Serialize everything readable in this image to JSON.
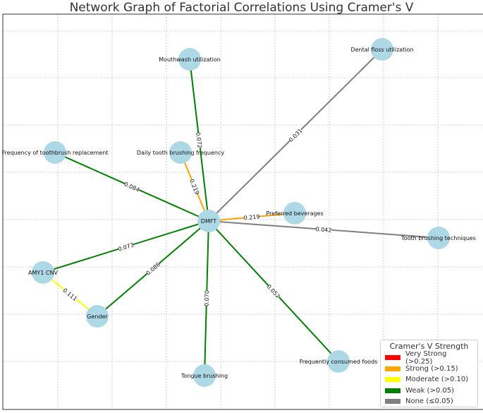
{
  "title": "Network Graph of Factorial Correlations Using Cramer's V",
  "colors": {
    "very_strong": "#ff0000",
    "strong": "#ffa500",
    "moderate": "#ffff00",
    "weak": "#008000",
    "none": "#808080",
    "node": "#add8e6"
  },
  "nodes": [
    {
      "id": "dmft",
      "label": "DMFT"
    },
    {
      "id": "mouthwash",
      "label": "Mouthwash utilization"
    },
    {
      "id": "floss",
      "label": "Dental floss utilization"
    },
    {
      "id": "toothbrush_repl",
      "label": "Frequency of toothbrush replacement"
    },
    {
      "id": "daily_brushing",
      "label": "Daily tooth brushing frequency"
    },
    {
      "id": "beverages",
      "label": "Preferred beverages"
    },
    {
      "id": "techniques",
      "label": "Tooth brushing techniques"
    },
    {
      "id": "amy1",
      "label": "AMY1 CNV"
    },
    {
      "id": "gender",
      "label": "Gender"
    },
    {
      "id": "tongue",
      "label": "Tongue brushing"
    },
    {
      "id": "foods",
      "label": "Frequently consumed foods"
    }
  ],
  "edges": [
    {
      "from": "dmft",
      "to": "mouthwash",
      "value": "0.072",
      "strength": "weak"
    },
    {
      "from": "dmft",
      "to": "floss",
      "value": "0.031",
      "strength": "none"
    },
    {
      "from": "dmft",
      "to": "toothbrush_repl",
      "value": "0.084",
      "strength": "weak"
    },
    {
      "from": "dmft",
      "to": "daily_brushing",
      "value": "0.219",
      "strength": "strong"
    },
    {
      "from": "dmft",
      "to": "beverages",
      "value": "0.219",
      "strength": "strong"
    },
    {
      "from": "dmft",
      "to": "techniques",
      "value": "0.042",
      "strength": "none"
    },
    {
      "from": "dmft",
      "to": "amy1",
      "value": "0.073",
      "strength": "weak"
    },
    {
      "from": "dmft",
      "to": "gender",
      "value": "0.086",
      "strength": "weak"
    },
    {
      "from": "dmft",
      "to": "tongue",
      "value": "0.070",
      "strength": "weak"
    },
    {
      "from": "dmft",
      "to": "foods",
      "value": "0.052",
      "strength": "weak"
    },
    {
      "from": "amy1",
      "to": "gender",
      "value": "0.111",
      "strength": "moderate"
    }
  ],
  "legend": {
    "title": "Cramer's V Strength",
    "items": [
      {
        "key": "very_strong",
        "label": "Very Strong (>0.25)"
      },
      {
        "key": "strong",
        "label": "Strong (>0.15)"
      },
      {
        "key": "moderate",
        "label": "Moderate (>0.10)"
      },
      {
        "key": "weak",
        "label": "Weak (>0.05)"
      },
      {
        "key": "none",
        "label": "None (≤0.05)"
      }
    ]
  }
}
